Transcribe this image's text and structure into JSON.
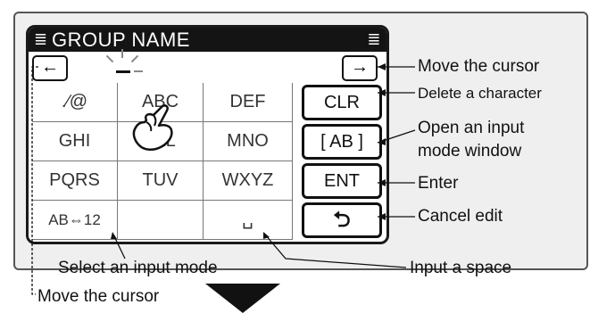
{
  "screen": {
    "title": "GROUP NAME",
    "menu_icon_left": "≣",
    "menu_icon_right": "≣",
    "left_arrow": "←",
    "right_arrow": "→"
  },
  "keys": {
    "row1": [
      ".∕@",
      "ABC",
      "DEF"
    ],
    "row2": [
      "GHI",
      "JKL",
      "MNO"
    ],
    "row3": [
      "PQRS",
      "TUV",
      "WXYZ"
    ],
    "row4": [
      "AB⇔12",
      "",
      "␣"
    ]
  },
  "function_keys": {
    "clr": "CLR",
    "ab": "[ AB ]",
    "ent": "ENT",
    "back": "⮌"
  },
  "callouts": {
    "move_cursor_right": "Move the cursor",
    "delete_char": "Delete a character",
    "open_input_1": "Open an input",
    "open_input_2": "mode window",
    "enter": "Enter",
    "cancel_edit": "Cancel edit",
    "select_input_mode": "Select an input mode",
    "input_space": "Input a space",
    "move_cursor_left": "Move the cursor"
  }
}
